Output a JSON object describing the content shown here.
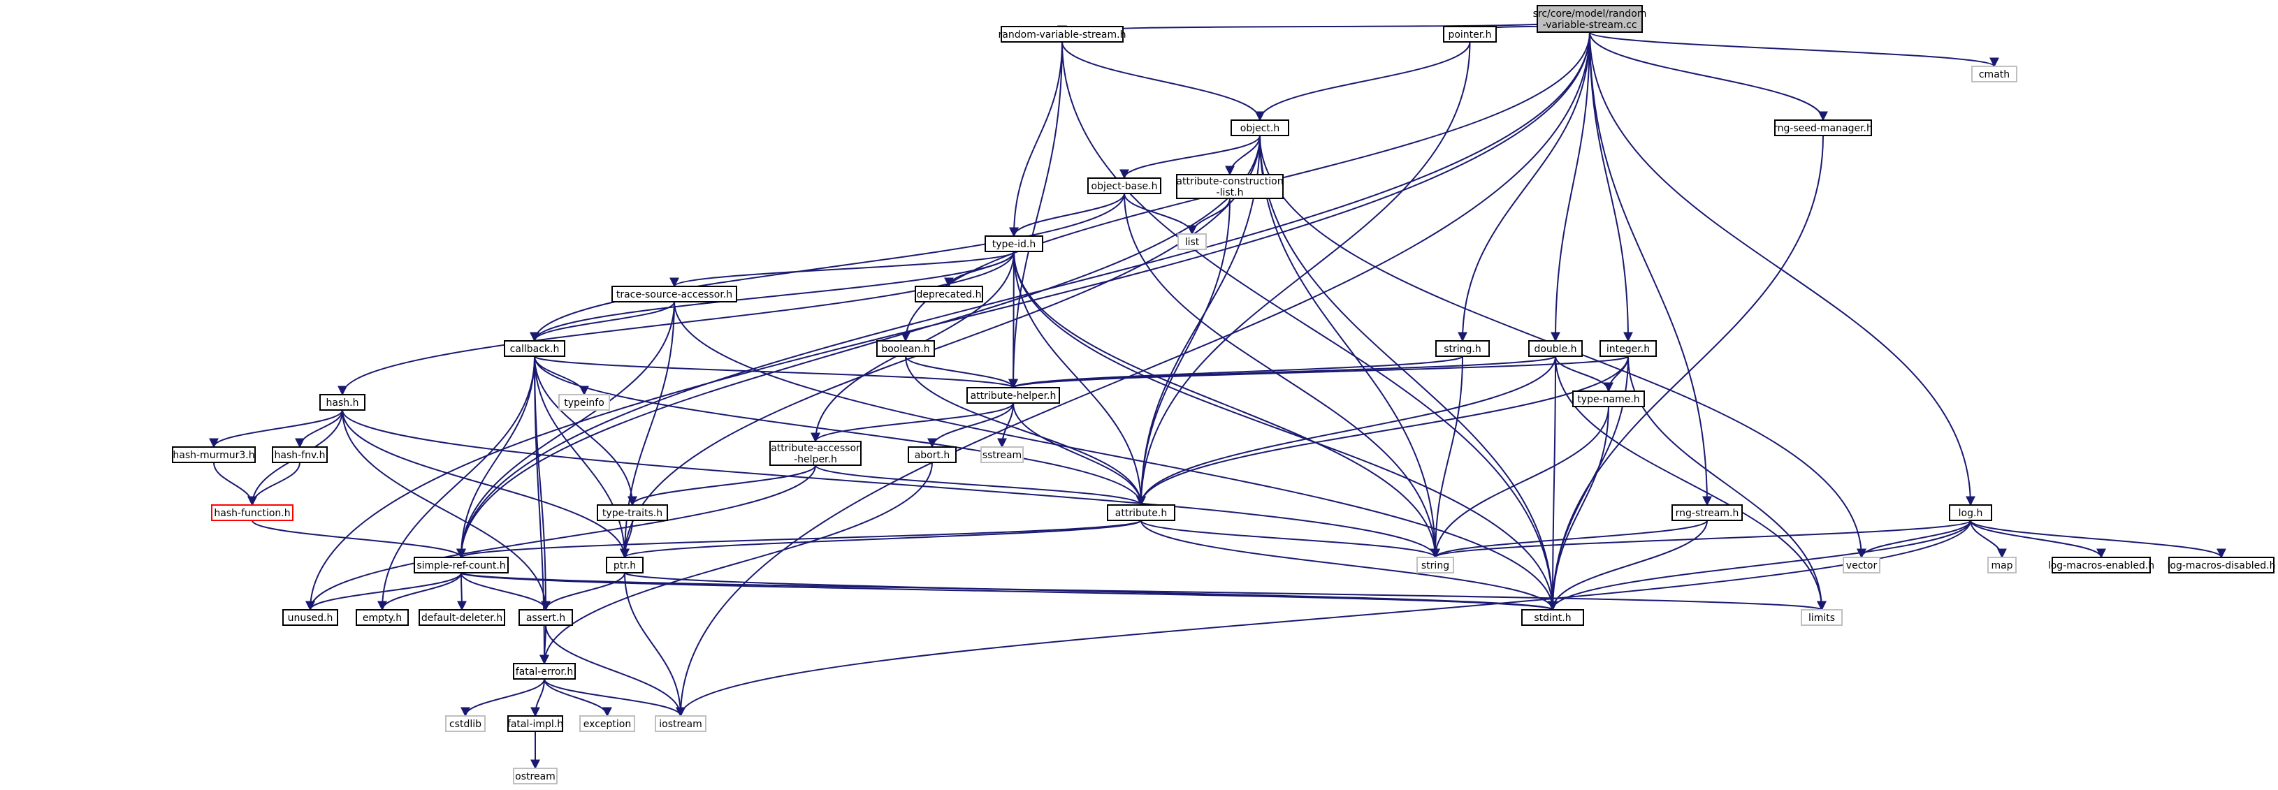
{
  "colors": {
    "edge": "#191970",
    "box_stroke_default": "#000000",
    "box_stroke_system": "#bfbfbf",
    "box_stroke_incomplete": "#ff0000",
    "box_fill_root": "#bfbfbf",
    "box_fill_default": "#ffffff",
    "label": "#000000"
  },
  "nodes": [
    {
      "id": "root",
      "lines": [
        "src/core/model/random",
        "-variable-stream.cc"
      ],
      "style": "root"
    },
    {
      "id": "rvsh",
      "lines": [
        "random-variable-stream.h"
      ],
      "style": "normal"
    },
    {
      "id": "pointer",
      "lines": [
        "pointer.h"
      ],
      "style": "normal"
    },
    {
      "id": "cmath",
      "lines": [
        "cmath"
      ],
      "style": "system"
    },
    {
      "id": "object",
      "lines": [
        "object.h"
      ],
      "style": "normal"
    },
    {
      "id": "rngseed",
      "lines": [
        "rng-seed-manager.h"
      ],
      "style": "normal"
    },
    {
      "id": "objbase",
      "lines": [
        "object-base.h"
      ],
      "style": "normal"
    },
    {
      "id": "attrcons",
      "lines": [
        "attribute-construction",
        "-list.h"
      ],
      "style": "normal"
    },
    {
      "id": "list",
      "lines": [
        "list"
      ],
      "style": "system"
    },
    {
      "id": "typeid",
      "lines": [
        "type-id.h"
      ],
      "style": "normal"
    },
    {
      "id": "deprecated",
      "lines": [
        "deprecated.h"
      ],
      "style": "normal"
    },
    {
      "id": "tsa",
      "lines": [
        "trace-source-accessor.h"
      ],
      "style": "normal"
    },
    {
      "id": "callback",
      "lines": [
        "callback.h"
      ],
      "style": "normal"
    },
    {
      "id": "boolean",
      "lines": [
        "boolean.h"
      ],
      "style": "normal"
    },
    {
      "id": "stringh",
      "lines": [
        "string.h"
      ],
      "style": "normal"
    },
    {
      "id": "doubleh",
      "lines": [
        "double.h"
      ],
      "style": "normal"
    },
    {
      "id": "integer",
      "lines": [
        "integer.h"
      ],
      "style": "normal"
    },
    {
      "id": "hash",
      "lines": [
        "hash.h"
      ],
      "style": "normal"
    },
    {
      "id": "typeinfo",
      "lines": [
        "typeinfo"
      ],
      "style": "system"
    },
    {
      "id": "attrhelper",
      "lines": [
        "attribute-helper.h"
      ],
      "style": "normal"
    },
    {
      "id": "typename",
      "lines": [
        "type-name.h"
      ],
      "style": "normal"
    },
    {
      "id": "murmur",
      "lines": [
        "hash-murmur3.h"
      ],
      "style": "normal"
    },
    {
      "id": "fnv",
      "lines": [
        "hash-fnv.h"
      ],
      "style": "normal"
    },
    {
      "id": "aah",
      "lines": [
        "attribute-accessor",
        "-helper.h"
      ],
      "style": "normal"
    },
    {
      "id": "abort",
      "lines": [
        "abort.h"
      ],
      "style": "normal"
    },
    {
      "id": "sstream",
      "lines": [
        "sstream"
      ],
      "style": "system"
    },
    {
      "id": "hashfn",
      "lines": [
        "hash-function.h"
      ],
      "style": "incomplete"
    },
    {
      "id": "typetraits",
      "lines": [
        "type-traits.h"
      ],
      "style": "normal"
    },
    {
      "id": "attribute",
      "lines": [
        "attribute.h"
      ],
      "style": "normal"
    },
    {
      "id": "rngstream",
      "lines": [
        "rng-stream.h"
      ],
      "style": "normal"
    },
    {
      "id": "log",
      "lines": [
        "log.h"
      ],
      "style": "normal"
    },
    {
      "id": "src",
      "lines": [
        "simple-ref-count.h"
      ],
      "style": "normal"
    },
    {
      "id": "ptr",
      "lines": [
        "ptr.h"
      ],
      "style": "normal"
    },
    {
      "id": "string",
      "lines": [
        "string"
      ],
      "style": "system"
    },
    {
      "id": "vector",
      "lines": [
        "vector"
      ],
      "style": "system"
    },
    {
      "id": "map",
      "lines": [
        "map"
      ],
      "style": "system"
    },
    {
      "id": "lme",
      "lines": [
        "log-macros-enabled.h"
      ],
      "style": "normal"
    },
    {
      "id": "lmd",
      "lines": [
        "log-macros-disabled.h"
      ],
      "style": "normal"
    },
    {
      "id": "unused",
      "lines": [
        "unused.h"
      ],
      "style": "normal"
    },
    {
      "id": "empty",
      "lines": [
        "empty.h"
      ],
      "style": "normal"
    },
    {
      "id": "dd",
      "lines": [
        "default-deleter.h"
      ],
      "style": "normal"
    },
    {
      "id": "assert",
      "lines": [
        "assert.h"
      ],
      "style": "normal"
    },
    {
      "id": "stdint",
      "lines": [
        "stdint.h"
      ],
      "style": "normal"
    },
    {
      "id": "limits",
      "lines": [
        "limits"
      ],
      "style": "system"
    },
    {
      "id": "fatalerror",
      "lines": [
        "fatal-error.h"
      ],
      "style": "normal"
    },
    {
      "id": "cstdlib",
      "lines": [
        "cstdlib"
      ],
      "style": "system"
    },
    {
      "id": "fatalimpl",
      "lines": [
        "fatal-impl.h"
      ],
      "style": "normal"
    },
    {
      "id": "exception",
      "lines": [
        "exception"
      ],
      "style": "system"
    },
    {
      "id": "iostream",
      "lines": [
        "iostream"
      ],
      "style": "system"
    },
    {
      "id": "ostream",
      "lines": [
        "ostream"
      ],
      "style": "system"
    }
  ],
  "edges": [
    [
      "root",
      "rvsh"
    ],
    [
      "root",
      "pointer"
    ],
    [
      "root",
      "cmath"
    ],
    [
      "root",
      "rngseed"
    ],
    [
      "root",
      "boolean"
    ],
    [
      "root",
      "stringh"
    ],
    [
      "root",
      "doubleh"
    ],
    [
      "root",
      "integer"
    ],
    [
      "root",
      "rngstream"
    ],
    [
      "root",
      "log"
    ],
    [
      "root",
      "unused"
    ],
    [
      "root",
      "src"
    ],
    [
      "root",
      "iostream"
    ],
    [
      "rvsh",
      "object"
    ],
    [
      "rvsh",
      "typeid"
    ],
    [
      "rvsh",
      "attrhelper"
    ],
    [
      "rvsh",
      "stdint"
    ],
    [
      "pointer",
      "object"
    ],
    [
      "pointer",
      "attribute"
    ],
    [
      "object",
      "objbase"
    ],
    [
      "object",
      "attrcons"
    ],
    [
      "object",
      "ptr"
    ],
    [
      "object",
      "attribute"
    ],
    [
      "object",
      "string"
    ],
    [
      "object",
      "vector"
    ],
    [
      "object",
      "stdint"
    ],
    [
      "object",
      "src"
    ],
    [
      "objbase",
      "typeid"
    ],
    [
      "objbase",
      "callback"
    ],
    [
      "objbase",
      "list"
    ],
    [
      "objbase",
      "string"
    ],
    [
      "attrcons",
      "list"
    ],
    [
      "attrcons",
      "attribute"
    ],
    [
      "typeid",
      "deprecated"
    ],
    [
      "typeid",
      "tsa"
    ],
    [
      "typeid",
      "callback"
    ],
    [
      "typeid",
      "hash"
    ],
    [
      "typeid",
      "attrhelper"
    ],
    [
      "typeid",
      "aah"
    ],
    [
      "typeid",
      "attribute"
    ],
    [
      "typeid",
      "string"
    ],
    [
      "typeid",
      "stdint"
    ],
    [
      "tsa",
      "callback"
    ],
    [
      "tsa",
      "ptr"
    ],
    [
      "tsa",
      "src"
    ],
    [
      "tsa",
      "stdint"
    ],
    [
      "callback",
      "typeinfo"
    ],
    [
      "callback",
      "attrhelper"
    ],
    [
      "callback",
      "typetraits"
    ],
    [
      "callback",
      "ptr"
    ],
    [
      "callback",
      "src"
    ],
    [
      "callback",
      "attribute"
    ],
    [
      "callback",
      "assert"
    ],
    [
      "callback",
      "empty"
    ],
    [
      "callback",
      "fatalerror"
    ],
    [
      "boolean",
      "attrhelper"
    ],
    [
      "boolean",
      "attribute"
    ],
    [
      "stringh",
      "attrhelper"
    ],
    [
      "stringh",
      "string"
    ],
    [
      "doubleh",
      "attrhelper"
    ],
    [
      "doubleh",
      "typename"
    ],
    [
      "doubleh",
      "attribute"
    ],
    [
      "doubleh",
      "stdint"
    ],
    [
      "doubleh",
      "limits"
    ],
    [
      "integer",
      "attrhelper"
    ],
    [
      "integer",
      "typename"
    ],
    [
      "integer",
      "attribute"
    ],
    [
      "integer",
      "stdint"
    ],
    [
      "integer",
      "limits"
    ],
    [
      "hash",
      "murmur"
    ],
    [
      "hash",
      "fnv"
    ],
    [
      "hash",
      "hashfn"
    ],
    [
      "hash",
      "ptr"
    ],
    [
      "hash",
      "string"
    ],
    [
      "hash",
      "assert"
    ],
    [
      "murmur",
      "hashfn"
    ],
    [
      "fnv",
      "hashfn"
    ],
    [
      "hashfn",
      "src"
    ],
    [
      "attrhelper",
      "aah"
    ],
    [
      "attrhelper",
      "abort"
    ],
    [
      "attrhelper",
      "sstream"
    ],
    [
      "attrhelper",
      "attribute"
    ],
    [
      "typename",
      "string"
    ],
    [
      "typename",
      "stdint"
    ],
    [
      "aah",
      "typetraits"
    ],
    [
      "aah",
      "attribute"
    ],
    [
      "aah",
      "unused"
    ],
    [
      "abort",
      "fatalerror"
    ],
    [
      "typetraits",
      "ptr"
    ],
    [
      "attribute",
      "string"
    ],
    [
      "attribute",
      "ptr"
    ],
    [
      "attribute",
      "src"
    ],
    [
      "attribute",
      "stdint"
    ],
    [
      "rngstream",
      "string"
    ],
    [
      "rngstream",
      "stdint"
    ],
    [
      "rngseed",
      "stdint"
    ],
    [
      "log",
      "string"
    ],
    [
      "log",
      "vector"
    ],
    [
      "log",
      "map"
    ],
    [
      "log",
      "lme"
    ],
    [
      "log",
      "lmd"
    ],
    [
      "log",
      "stdint"
    ],
    [
      "log",
      "iostream"
    ],
    [
      "src",
      "unused"
    ],
    [
      "src",
      "empty"
    ],
    [
      "src",
      "dd"
    ],
    [
      "src",
      "assert"
    ],
    [
      "src",
      "limits"
    ],
    [
      "src",
      "stdint"
    ],
    [
      "ptr",
      "assert"
    ],
    [
      "ptr",
      "iostream"
    ],
    [
      "ptr",
      "stdint"
    ],
    [
      "assert",
      "fatalerror"
    ],
    [
      "assert",
      "iostream"
    ],
    [
      "fatalerror",
      "cstdlib"
    ],
    [
      "fatalerror",
      "fatalimpl"
    ],
    [
      "fatalerror",
      "exception"
    ],
    [
      "fatalerror",
      "iostream"
    ],
    [
      "fatalimpl",
      "ostream"
    ]
  ]
}
